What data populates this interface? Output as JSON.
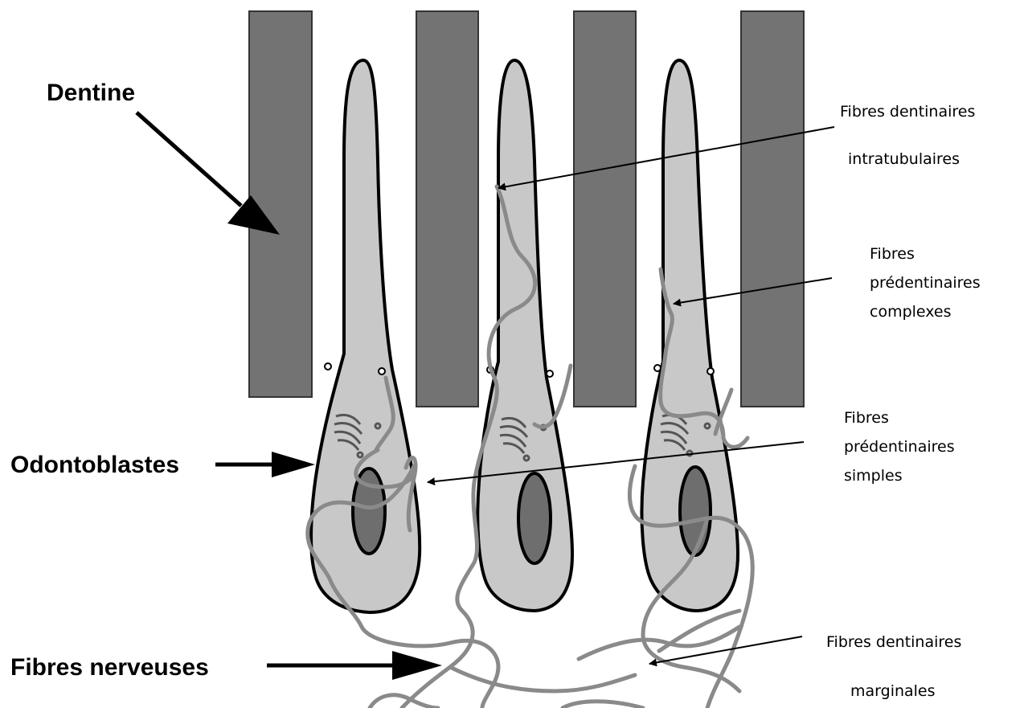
{
  "labels": {
    "dentine": "Dentine",
    "odontoblastes": "Odontoblastes",
    "fibres_nerveuses": "Fibres nerveuses",
    "intratubulaires_line1": "Fibres dentinaires",
    "intratubulaires_line2": "intratubulaires",
    "complexes_line1": "Fibres",
    "complexes_line2": "prédentinaires",
    "complexes_line3": "complexes",
    "simples_line1": "Fibres",
    "simples_line2": "prédentinaires",
    "simples_line3": "simples",
    "marginales_line1": "Fibres dentinaires",
    "marginales_line2": "marginales"
  },
  "colors": {
    "dentine": "#737373",
    "cell": "#c8c8c8",
    "nucleus": "#6e6e6e",
    "fiber": "#8a8a8a",
    "outline": "#000000"
  }
}
